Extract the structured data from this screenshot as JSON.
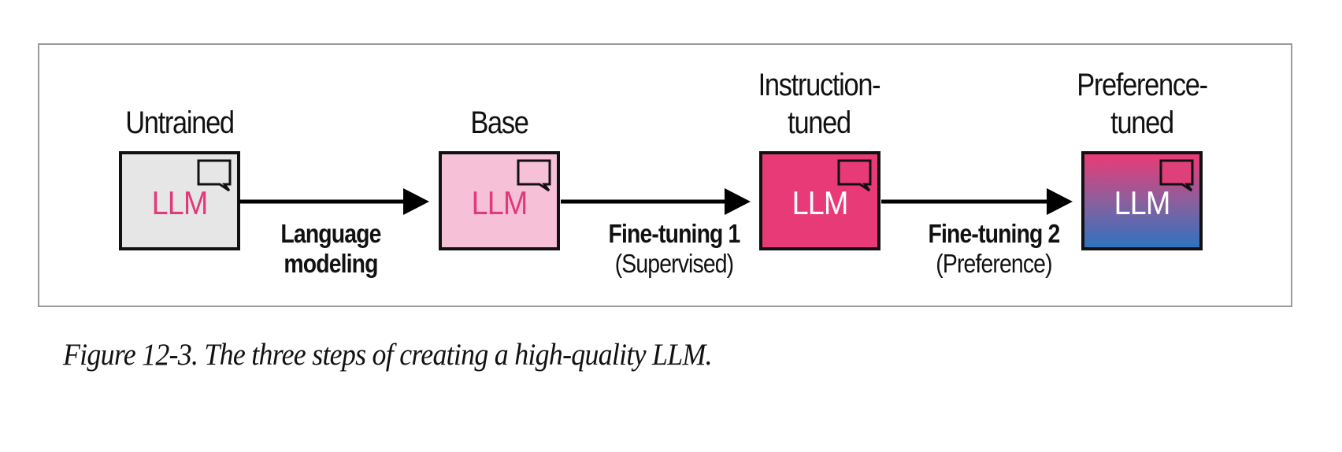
{
  "figure": {
    "stages": [
      {
        "title": "Untrained",
        "box_label": "LLM",
        "fill": "#e6e6e6",
        "text_color": "#e03a7a",
        "icon": "speech-bubble-icon"
      },
      {
        "title": "Base",
        "box_label": "LLM",
        "fill": "#f6c0d6",
        "text_color": "#e03a7a",
        "icon": "speech-bubble-icon"
      },
      {
        "title": "Instruction-\ntuned",
        "box_label": "LLM",
        "fill": "#e93a78",
        "text_color": "#ffffff",
        "icon": "speech-bubble-icon"
      },
      {
        "title": "Preference-\ntuned",
        "box_label": "LLM",
        "fill_gradient": [
          "#ea3a76",
          "#2f72bf"
        ],
        "text_color": "#ffffff",
        "icon": "speech-bubble-icon"
      }
    ],
    "transitions": [
      {
        "line1": "Language",
        "line2": "modeling"
      },
      {
        "line1": "Fine-tuning 1",
        "line2": "(Supervised)"
      },
      {
        "line1": "Fine-tuning 2",
        "line2": "(Preference)"
      }
    ]
  },
  "caption": "Figure 12-3. The three steps of creating a high-quality LLM."
}
